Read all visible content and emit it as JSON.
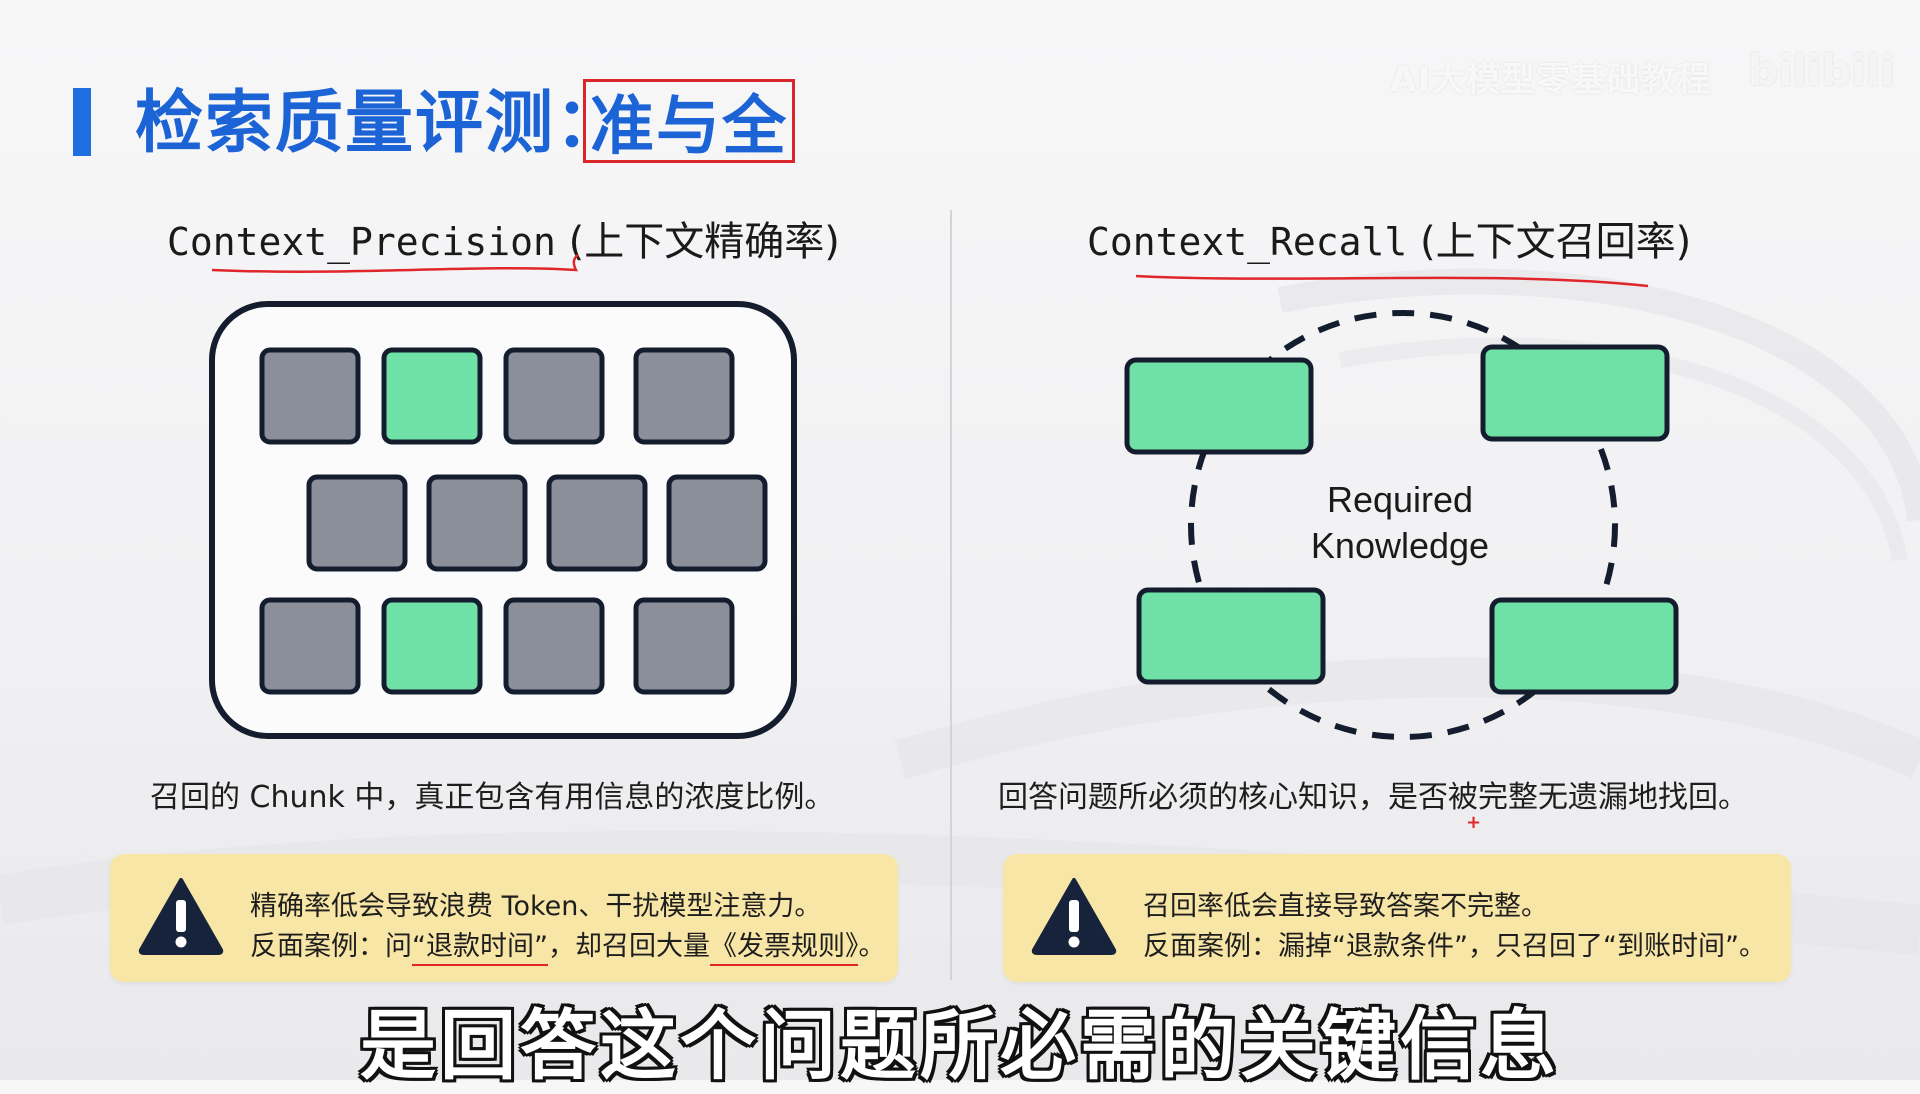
{
  "slide": {
    "title_prefix": "检索质量评测：",
    "title_highlight": "准与全",
    "watermark_text": "AI大模型零基础教程",
    "watermark_logo": "bilibili"
  },
  "left": {
    "heading_mono": "Context_Precision",
    "heading_cn": " (上下文精确率)",
    "description": "召回的 Chunk 中，真正包含有用信息的浓度比例。",
    "warning_line1": "精确率低会导致浪费 Token、干扰模型注意力。",
    "warning_line2_a": "反面案例：问",
    "warning_line2_b": "“退款时间”",
    "warning_line2_c": "，却召回大量",
    "warning_line2_d": "《发票规则》",
    "warning_line2_e": "。"
  },
  "right": {
    "heading_mono": "Context_Recall",
    "heading_cn": " (上下文召回率)",
    "center_line1": "Required",
    "center_line2": "Knowledge",
    "description": "回答问题所必须的核心知识，是否被完整无遗漏地找回。",
    "red_mark": "+",
    "warning_line1": "召回率低会直接导致答案不完整。",
    "warning_line2": "反面案例：漏掉“退款条件”，只召回了“到账时间”。"
  },
  "subtitle": "是回答这个问题所必需的关键信息",
  "colors": {
    "title_blue": "#1c64d6",
    "highlight_border": "#d8262b",
    "chunk_gray": "#8a8f99",
    "chunk_green": "#6fe0a6",
    "stroke_dark": "#141d2e",
    "warning_bg": "#f8e6a7"
  },
  "icons": [
    "warning-triangle-icon"
  ]
}
